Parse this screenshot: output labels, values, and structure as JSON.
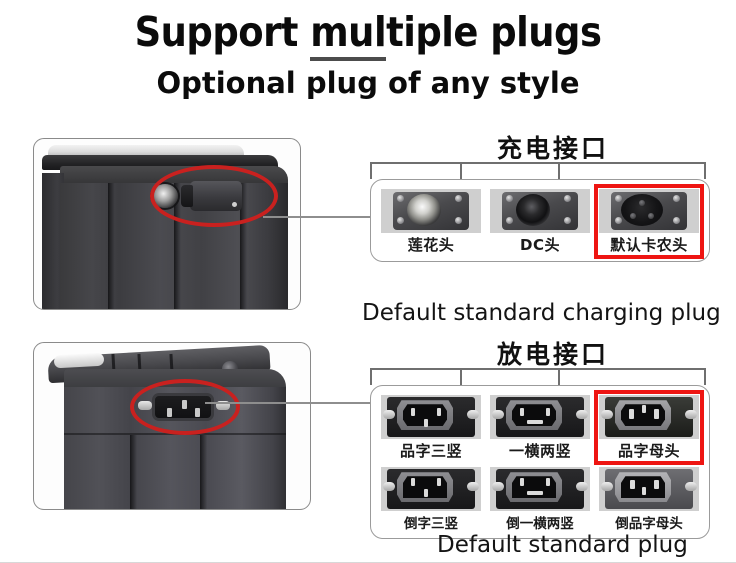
{
  "headings": {
    "title_part1": "Support ",
    "title_underlined": "mul",
    "title_part2": "tiple plugs",
    "subtitle": "Optional plug of any style"
  },
  "colors": {
    "highlight_box": "#ee1512",
    "highlight_ellipse": "#c9211f",
    "card_border": "#8a8a8a",
    "bracket_line": "#6f6f6f",
    "text": "#111111"
  },
  "sections": [
    {
      "id": "charging",
      "cn_heading": "充电接口",
      "english_caption": "Default standard charging plug",
      "photo_alt": "battery-top-charging-port",
      "options": [
        {
          "label": "莲花头",
          "type": "rca",
          "selected": false
        },
        {
          "label": "DC头",
          "type": "dc",
          "selected": false
        },
        {
          "label": "默认卡农头",
          "type": "xlr",
          "selected": true
        }
      ]
    },
    {
      "id": "discharging",
      "cn_heading": "放电接口",
      "english_caption": "Default standard plug",
      "photo_alt": "battery-side-discharge-socket",
      "options_row1": [
        {
          "label": "品字三竖",
          "type": "iec-3v",
          "selected": false
        },
        {
          "label": "一横两竖",
          "type": "iec-h2v",
          "selected": false
        },
        {
          "label": "品字母头",
          "type": "iec-female",
          "selected": true
        }
      ],
      "options_row2": [
        {
          "label": "倒字三竖",
          "type": "iec-3v-inv",
          "selected": false
        },
        {
          "label": "倒一横两竖",
          "type": "iec-h2v-inv",
          "selected": false
        },
        {
          "label": "倒品字母头",
          "type": "iec-female-inv",
          "selected": false
        }
      ]
    }
  ]
}
